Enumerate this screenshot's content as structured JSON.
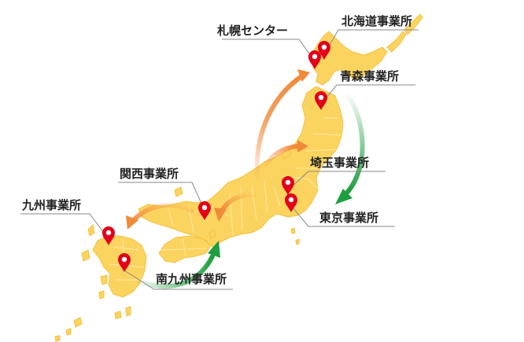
{
  "colors": {
    "land": "#fbd460",
    "land_border": "#f3c040",
    "pin": "#e2001a",
    "arrow_orange": "#f08a3a",
    "arrow_green": "#1e9e3e",
    "leader": "#888888",
    "label_text": "#222222"
  },
  "locations": [
    {
      "id": "sapporo",
      "name": "札幌センター"
    },
    {
      "id": "hokkaido",
      "name": "北海道事業所"
    },
    {
      "id": "aomori",
      "name": "青森事業所"
    },
    {
      "id": "saitama",
      "name": "埼玉事業所"
    },
    {
      "id": "tokyo",
      "name": "東京事業所"
    },
    {
      "id": "kansai",
      "name": "関西事業所"
    },
    {
      "id": "kyushu",
      "name": "九州事業所"
    },
    {
      "id": "minamikyushu",
      "name": "南九州事業所"
    }
  ],
  "icons": {
    "pin": "map-pin-icon"
  }
}
